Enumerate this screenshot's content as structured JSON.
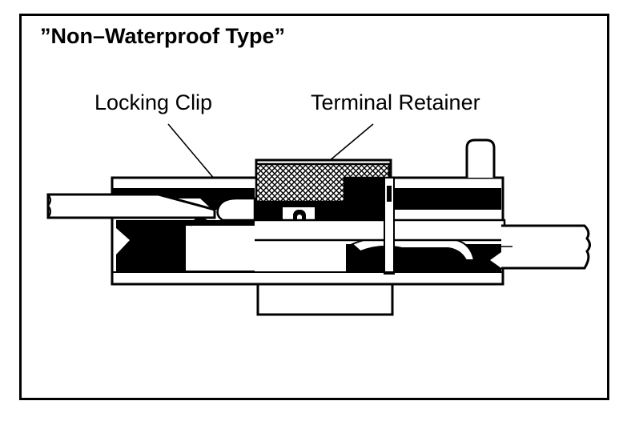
{
  "title": "”Non–Waterproof Type”",
  "labels": {
    "locking_clip": "Locking Clip",
    "terminal_retainer": "Terminal Retainer"
  },
  "colors": {
    "ink": "#000000",
    "paper": "#ffffff"
  }
}
